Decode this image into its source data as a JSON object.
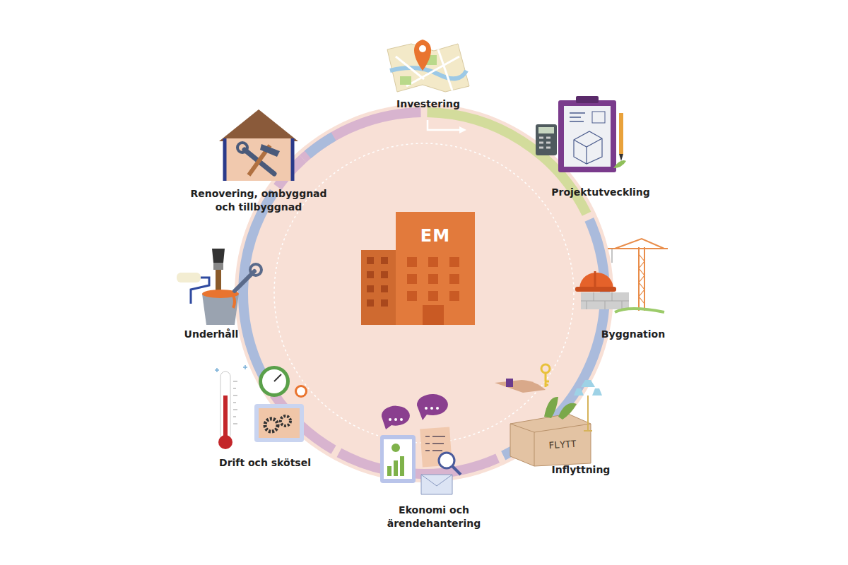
{
  "diagram": {
    "nodes": [
      {
        "text": [
          "EM"
        ]
      }
    ],
    "edges": [],
    "labels": [
      "Investering",
      "Projektutveckling",
      "Byggnation",
      "Inflyttning",
      "Ekonomi och ärendehantering",
      "Drift och skötsel",
      "Underhåll",
      "Renovering, ombyggnad och tillbyggnad",
      "FLYTT"
    ]
  }
}
